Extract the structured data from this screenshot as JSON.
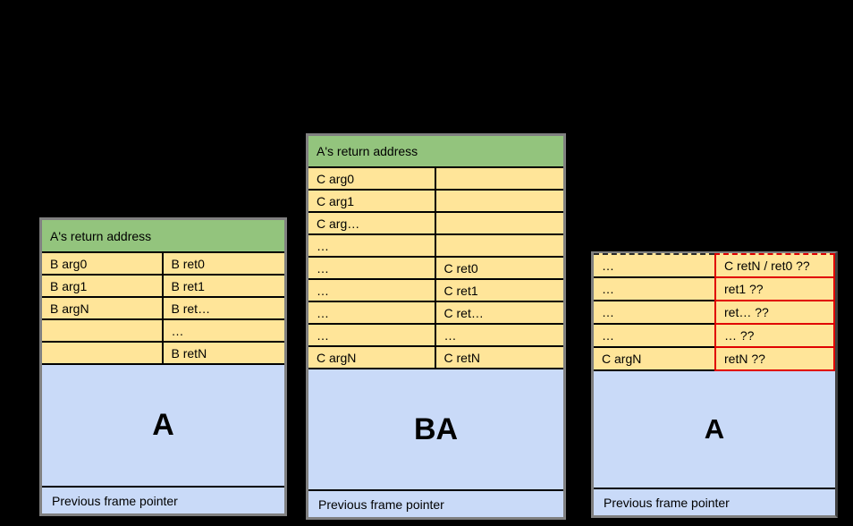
{
  "colors": {
    "background": "#000000",
    "header_green": "#93c47d",
    "cell_yellow": "#ffe599",
    "frame_blue": "#c9daf8",
    "border_gray": "#808080",
    "border_black": "#000000",
    "border_red": "#e00000",
    "text": "#000000"
  },
  "stacks": [
    {
      "name": "left-stack",
      "header": "A's return address",
      "rows": [
        {
          "left": "B arg0",
          "right": "B ret0"
        },
        {
          "left": "B arg1",
          "right": "B ret1"
        },
        {
          "left": "B argN",
          "right": "B ret…"
        },
        {
          "left": "",
          "right": "…"
        },
        {
          "left": "",
          "right": "B retN"
        }
      ],
      "frame_label": "A",
      "footer": "Previous frame pointer"
    },
    {
      "name": "middle-stack",
      "header": "A's return address",
      "rows": [
        {
          "left": "C arg0",
          "right": ""
        },
        {
          "left": "C arg1",
          "right": ""
        },
        {
          "left": "C arg…",
          "right": ""
        },
        {
          "left": "…",
          "right": ""
        },
        {
          "left": "…",
          "right": "C ret0"
        },
        {
          "left": "…",
          "right": "C ret1"
        },
        {
          "left": "…",
          "right": "C ret…"
        },
        {
          "left": "…",
          "right": "…"
        },
        {
          "left": "C argN",
          "right": "C retN"
        }
      ],
      "frame_label": "BA",
      "footer": "Previous frame pointer"
    },
    {
      "name": "right-stack",
      "rows": [
        {
          "left": "…",
          "right": "C retN / ret0 ??"
        },
        {
          "left": "…",
          "right": "ret1 ??"
        },
        {
          "left": "…",
          "right": "ret… ??"
        },
        {
          "left": "…",
          "right": "… ??"
        },
        {
          "left": "C argN",
          "right": "retN ??"
        }
      ],
      "frame_label": "A",
      "footer": "Previous frame pointer"
    }
  ]
}
